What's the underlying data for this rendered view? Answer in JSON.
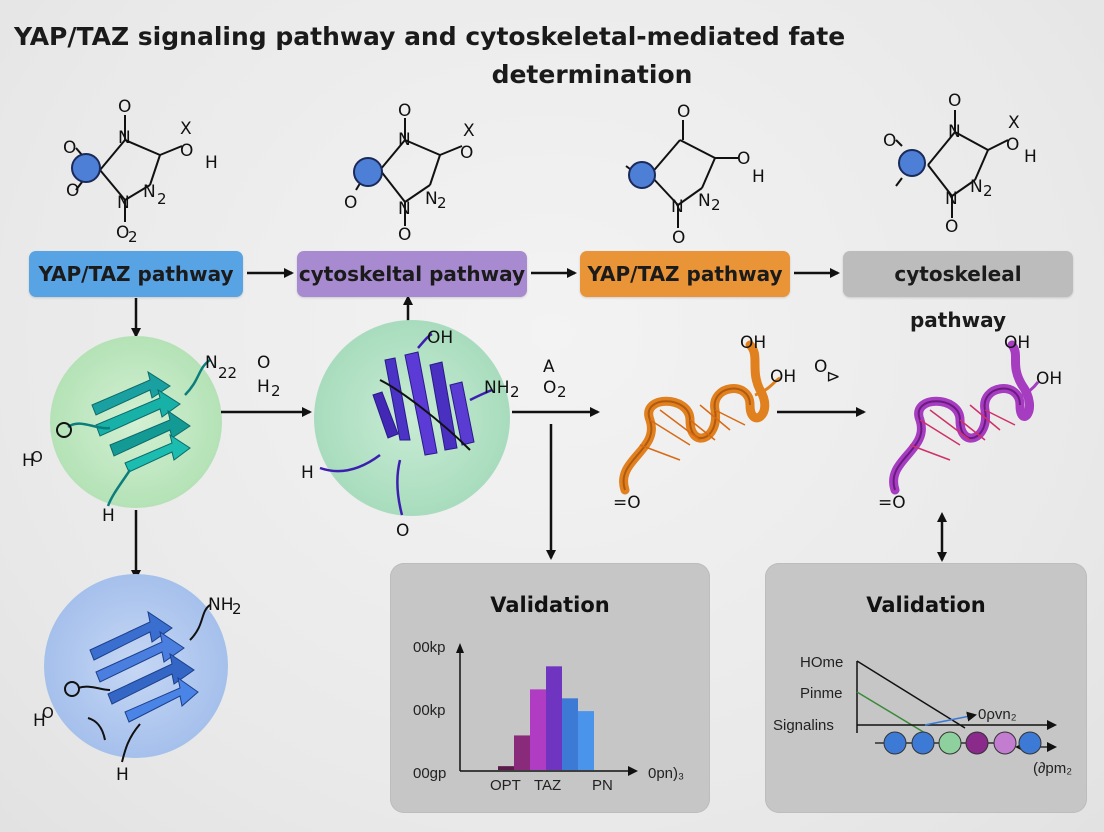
{
  "title": {
    "line1": "YAP/TAZ signaling pathway and cytoskeletal-mediated fate",
    "line2": "determination"
  },
  "pathway_boxes": [
    {
      "label": "YAP/TAZ pathway",
      "color": "#57a3e4"
    },
    {
      "label": "cytoskeltal pathway",
      "color": "#a88ad0"
    },
    {
      "label": "YAP/TAZ pathway",
      "color": "#e99437"
    },
    {
      "label": "cytoskeleal pathway",
      "color": "#bcbcbc"
    }
  ],
  "molecules": [
    {
      "labels": [
        "O",
        "N",
        "X",
        "O",
        "H",
        "O",
        "N",
        "N",
        "2",
        "O",
        "O",
        "2"
      ]
    },
    {
      "labels": [
        "O",
        "N",
        "X",
        "O",
        "O",
        "N",
        "N",
        "2",
        "O",
        "O"
      ]
    },
    {
      "labels": [
        "O",
        "O",
        "H",
        "N",
        "N",
        "2",
        "O"
      ]
    },
    {
      "labels": [
        "O",
        "N",
        "X",
        "O",
        "H",
        "O",
        "N",
        "N",
        "2",
        "O"
      ]
    }
  ],
  "proteins": {
    "p1": {
      "labels": [
        "N",
        "22",
        "O",
        "H",
        "2",
        "O",
        "H",
        "H"
      ]
    },
    "p2": {
      "labels": [
        "OH",
        "NH",
        "2",
        "H",
        "O"
      ]
    },
    "p3": {
      "labels": [
        "OH",
        "OH",
        "=O"
      ]
    },
    "p4": {
      "labels": [
        "OH",
        "OH",
        "=O"
      ]
    },
    "p5": {
      "labels": [
        "NH",
        "2",
        "O",
        "H",
        "H"
      ]
    }
  },
  "reaction_labels": {
    "a1": "A",
    "a2": "O",
    "a3": "2",
    "b1": "O",
    "b2": "⊳"
  },
  "validation_bar": {
    "title": "Validation",
    "chart_data": {
      "type": "bar",
      "y_ticks": [
        "00kp",
        "00kp",
        "00gp"
      ],
      "x_ticks": [
        "OPT",
        "TAZ",
        "PN"
      ],
      "x_axis_label": "0pn)₃",
      "values": [
        0.03,
        0.27,
        0.63,
        0.81,
        0.56,
        0.46
      ],
      "colors": [
        "#5a1a4a",
        "#8a2a7a",
        "#b03cc4",
        "#7035c0",
        "#3d7ad6",
        "#4a94ec"
      ]
    }
  },
  "validation_diagram": {
    "title": "Validation",
    "labels": [
      "HOme",
      "Pinme",
      "Signalins"
    ],
    "annotations": [
      "0ρvn₂",
      "(∂pm₂"
    ],
    "node_colors": [
      "#3d7ad6",
      "#3d7ad6",
      "#8fd19e",
      "#8a2a8a",
      "#c37dd0",
      "#3d7ad6"
    ]
  }
}
